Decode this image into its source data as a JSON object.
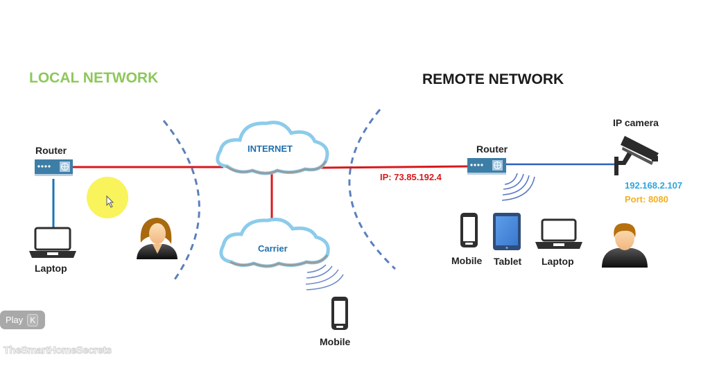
{
  "local_section": {
    "title": "LOCAL NETWORK",
    "title_color": "#8dc85a",
    "router_label": "Router",
    "laptop_label": "Laptop"
  },
  "remote_section": {
    "title": "REMOTE NETWORK",
    "title_color": "#1a1a1a",
    "router_label": "Router",
    "public_ip": "IP: 73.85.192.4",
    "camera_label": "IP camera",
    "camera_ip": "192.168.2.107",
    "camera_port": "Port: 8080",
    "devices": [
      {
        "label": "Mobile",
        "icon": "smartphone-icon"
      },
      {
        "label": "Tablet",
        "icon": "tablet-icon"
      },
      {
        "label": "Laptop",
        "icon": "laptop-icon"
      }
    ]
  },
  "clouds": {
    "internet_label": "INTERNET",
    "carrier_label": "Carrier"
  },
  "carrier_device": {
    "label": "Mobile"
  },
  "colors": {
    "wan_link": "#d7191c",
    "lan_link": "#2b6fc0",
    "ip_text": "#d7191c",
    "camera_ip_text": "#2aa6e0",
    "port_text": "#f2b01e",
    "router_body": "#3d7ea6",
    "boundary_dash": "#5b7fbf"
  },
  "player": {
    "play_label": "Play",
    "shortcut_key": "K",
    "watermark": "TheSmartHomeSecrets"
  }
}
